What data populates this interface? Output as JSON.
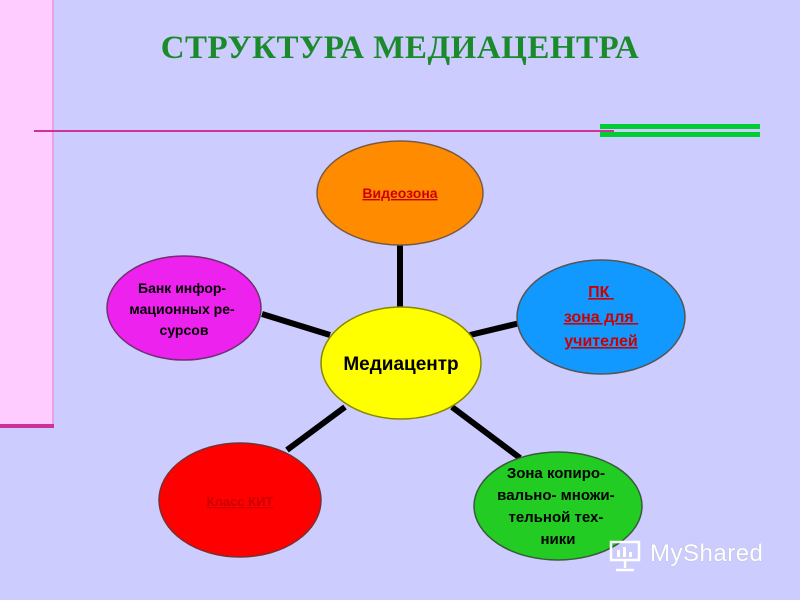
{
  "title": "СТРУКТУРА МЕДИАЦЕНТРА",
  "diagram": {
    "center": {
      "label": "Медиацентр",
      "color": "#ffff00"
    },
    "nodes": [
      {
        "id": "video",
        "lines": [
          "Видеозона"
        ],
        "color": "#ff8c00",
        "text_color": "#cc0000",
        "underline": true
      },
      {
        "id": "pc",
        "lines": [
          "ПК",
          "зона для",
          "учителей"
        ],
        "color": "#1199ff",
        "text_color": "#cc0000",
        "underline": true
      },
      {
        "id": "copy",
        "lines": [
          "Зона копиро-",
          "вально- множи-",
          "тельной тех-",
          "ники"
        ],
        "color": "#22cc22",
        "text_color": "#000000",
        "underline": false
      },
      {
        "id": "kit",
        "lines": [
          "Класс КИТ"
        ],
        "color": "#ff0000",
        "text_color": "#cc0000",
        "underline": true
      },
      {
        "id": "bank",
        "lines": [
          "Банк инфор-",
          "мационных ре-",
          "сурсов"
        ],
        "color": "#ee22ee",
        "text_color": "#000000",
        "underline": false
      }
    ]
  },
  "watermark": {
    "text": "MyShared",
    "icon": "presentation-board-icon"
  }
}
